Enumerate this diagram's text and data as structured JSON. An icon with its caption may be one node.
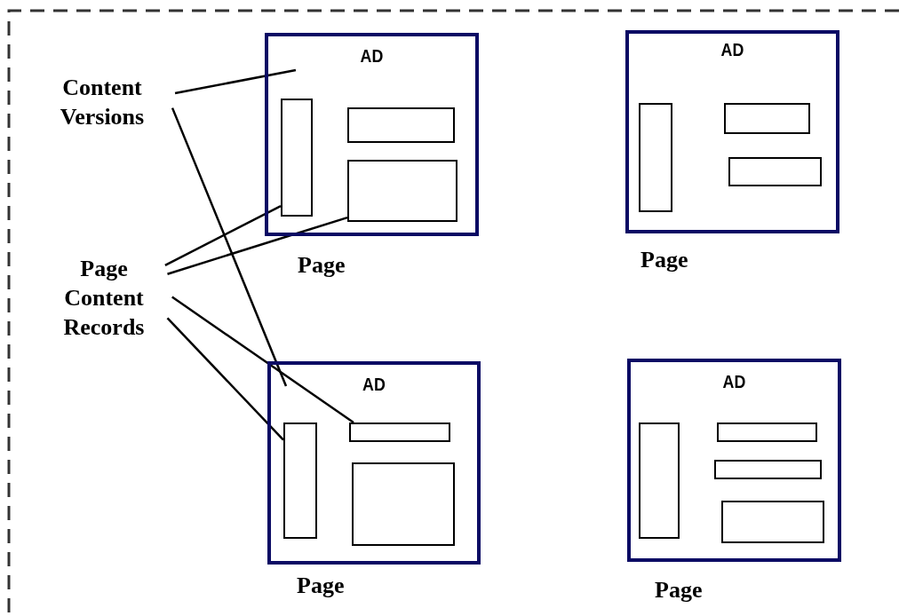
{
  "diagram": {
    "nodes": [
      {
        "text": [
          "AD"
        ],
        "beside": [
          "Page"
        ]
      },
      {
        "text": [],
        "shape": "box",
        "in": 0
      },
      {
        "text": [],
        "shape": "box",
        "in": 0
      },
      {
        "text": [],
        "shape": "box",
        "in": 0
      },
      {
        "text": [
          "AD"
        ],
        "beside": [
          "Page"
        ]
      },
      {
        "text": [],
        "shape": "box",
        "in": 4
      },
      {
        "text": [],
        "shape": "box",
        "in": 4
      },
      {
        "text": [],
        "shape": "box",
        "in": 4
      },
      {
        "text": [
          "AD"
        ],
        "beside": [
          "Page"
        ]
      },
      {
        "text": [],
        "shape": "box",
        "in": 8
      },
      {
        "text": [],
        "shape": "box",
        "in": 8
      },
      {
        "text": [],
        "shape": "box",
        "in": 8
      },
      {
        "text": [
          "AD"
        ],
        "beside": [
          "Page"
        ]
      },
      {
        "text": [],
        "shape": "box",
        "in": 12
      },
      {
        "text": [],
        "shape": "box",
        "in": 12
      },
      {
        "text": [],
        "shape": "box",
        "in": 12
      },
      {
        "text": [],
        "shape": "box",
        "in": 12
      },
      {
        "text": [
          "Content Versions"
        ]
      },
      {
        "text": [
          "Page Content Records"
        ]
      }
    ],
    "edges": [
      {
        "from": 17,
        "to": 0,
        "arrow": "none"
      },
      {
        "from": 17,
        "to": 8,
        "arrow": "none"
      },
      {
        "from": 18,
        "to": 1,
        "arrow": "none"
      },
      {
        "from": 18,
        "to": 3,
        "arrow": "none"
      },
      {
        "from": 18,
        "to": 10,
        "arrow": "none"
      },
      {
        "from": 18,
        "to": 9,
        "arrow": "none"
      }
    ]
  }
}
